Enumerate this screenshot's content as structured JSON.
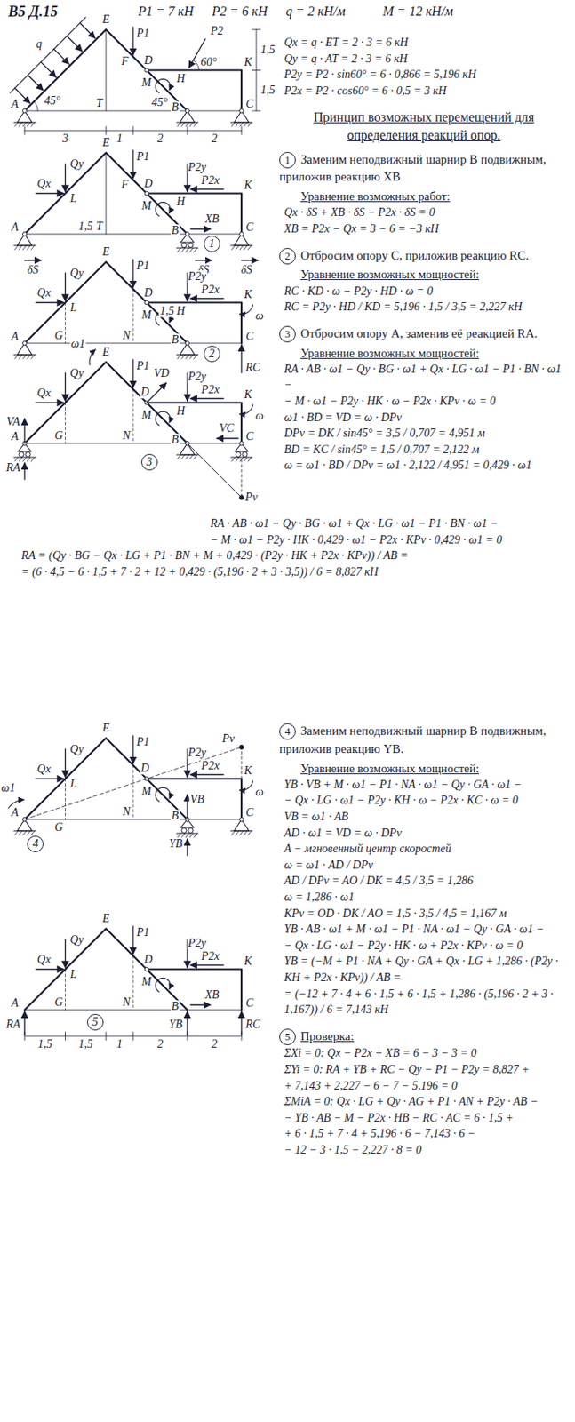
{
  "diagram": {
    "title": "В5 Д.15",
    "labels": [
      "P1 = 7 кН",
      "P2 = 6 кН",
      "q = 2 кН/м",
      "M = 12 кН/м",
      "Qx = q · ET = 2 · 3 = 6 кН",
      "Qy = q · AT = 2 · 3 = 6 кН",
      "P2y = P2 · sin60° = 6 · 0,866 = 5,196 кН",
      "P2x = P2 · cos60° = 6 · 0,5 = 3 кН",
      "Принцип возможных перемещений для определения реакций опор.",
      "1",
      "Заменим неподвижный шарнир B подвижным, приложив реакцию XB",
      "Уравнение возможных работ:",
      "Qx · δS + XB · δS − P2x · δS = 0",
      "XB = P2x − Qx = 3 − 6 = −3 кН",
      "2",
      "Отбросим опору C, приложив реакцию RC.",
      "Уравнение возможных мощностей:",
      "RC · KD · ω − P2y · HD · ω = 0",
      "RC = P2y · HD / KD = 5,196 · 1,5 / 3,5 = 2,227 кН",
      "3",
      "Отбросим опору A, заменив её реакцией RA.",
      "Уравнение возможных мощностей:",
      "RA · AB · ω1 − Qy · BG · ω1 + Qx · LG · ω1 − P1 · BN · ω1 −",
      "− M · ω1 − P2y · HK · ω − P2x · KPv · ω = 0",
      "ω1 · BD = VD = ω · DPv",
      "DPv = DK / sin45° = 3,5 / 0,707 = 4,951 м",
      "BD = KC / sin45° = 1,5 / 0,707 = 2,122 м",
      "ω = ω1 · BD / DPv = ω1 · 2,122 / 4,951 = 0,429 · ω1",
      "RA · AB · ω1 − Qy · BG · ω1 + Qx · LG · ω1 − P1 · BN · ω1 −",
      "− M · ω1 − P2y · HK · 0,429 · ω1 − P2x · KPv · 0,429 · ω1 = 0",
      "RA = (Qy · BG − Qx · LG + P1 · BN + M + 0,429 · (P2y · HK + P2x · KPv)) / AB =",
      "= (6 · 4,5 − 6 · 1,5 + 7 · 2 + 12 + 0,429 · (5,196 · 2 + 3 · 3,5)) / 6 = 8,827 кН",
      "4",
      "Заменим неподвижный шарнир B подвижным, приложив реакцию YB.",
      "Уравнение возможных мощностей:",
      "YB · VB + M · ω1 − P1 · NA · ω1 − Qy · GA · ω1 −",
      "− Qx · LG · ω1 − P2y · KH · ω − P2x · KC · ω = 0",
      "VB = ω1 · AB",
      "AD · ω1 = VD = ω · DPv",
      "A − мгновенный центр скоростей",
      "ω = ω1 · AD / DPv",
      "AD / DPv = AO / DK = 4,5 / 3,5 = 1,286",
      "ω = 1,286 · ω1",
      "KPv = OD · DK / AO = 1,5 · 3,5 / 4,5 = 1,167 м",
      "YB · AB · ω1 + M · ω1 − P1 · NA · ω1 − Qy · GA · ω1 −",
      "− Qx · LG · ω1 − P2y · HK · ω + P2x · KPv · ω = 0",
      "YB = (−M + P1 · NA + Qy · GA + Qx · LG + 1,286 · (P2y · KH + P2x · KPv)) / AB =",
      "= (−12 + 7 · 4 + 6 · 1,5 + 6 · 1,5 + 1,286 · (5,196 · 2 + 3 · 1,167)) / 6 = 7,143 кН",
      "5",
      "Проверка:",
      "ΣXi = 0: Qx − P2x + XB = 6 − 3 − 3 = 0",
      "ΣYi = 0: RA + YB + RC − Qy − P1 − P2y = 8,827 +",
      "+ 7,143 + 2,227 − 6 − 7 − 5,196 = 0",
      "ΣMiA = 0: Qx · LG + Qy · AG + P1 · AN + P2y · AB −",
      "− YB · AB − M − P2x · HB − RC · AC = 6 · 1,5 +",
      "+ 6 · 1,5 + 7 · 4 + 5,196 · 6 − 7,143 · 6 −",
      "− 12 − 3 · 1,5 − 2,227 · 8 = 0",
      "E",
      "A",
      "q",
      "45°",
      "T",
      "F",
      "P1",
      "D",
      "P2",
      "60°",
      "H",
      "K",
      "M",
      "45°",
      "B",
      "C",
      "1,5",
      "1,5",
      "3",
      "1",
      "2",
      "2",
      "1",
      "E",
      "Qy",
      "Qx",
      "L",
      "P1",
      "F",
      "D",
      "P2y",
      "P2x",
      "H",
      "K",
      "M",
      "B",
      "XB",
      "A",
      "T",
      "C",
      "1,5",
      "δS",
      "δS",
      "δS",
      "2",
      "E",
      "Qy",
      "Qx",
      "L",
      "P1",
      "D",
      "P2y",
      "P2x",
      "K",
      "H",
      "M",
      "B",
      "A",
      "G",
      "N",
      "C",
      "RC",
      "ω",
      "1,5",
      "3",
      "ω1",
      "E",
      "Qx",
      "Qy",
      "P1",
      "VD",
      "D",
      "P2y",
      "H",
      "P2x",
      "K",
      "ω",
      "VA",
      "RA",
      "A",
      "G",
      "N",
      "M",
      "B",
      "C",
      "VC",
      "Pv",
      "4",
      "Qy",
      "E",
      "P1",
      "P2y",
      "Pv",
      "Qx",
      "L",
      "ω1",
      "D",
      "K",
      "ω",
      "M",
      "VB",
      "YB",
      "B",
      "A",
      "G",
      "N",
      "C",
      "P2x",
      "5",
      "E",
      "Qy",
      "P1",
      "P2y",
      "Qx",
      "L",
      "D",
      "K",
      "M",
      "P2x",
      "XB",
      "B",
      "A",
      "RA",
      "G",
      "N",
      "YB",
      "RC",
      "C",
      "1,5",
      "1,5",
      "1",
      "2",
      "2"
    ]
  }
}
